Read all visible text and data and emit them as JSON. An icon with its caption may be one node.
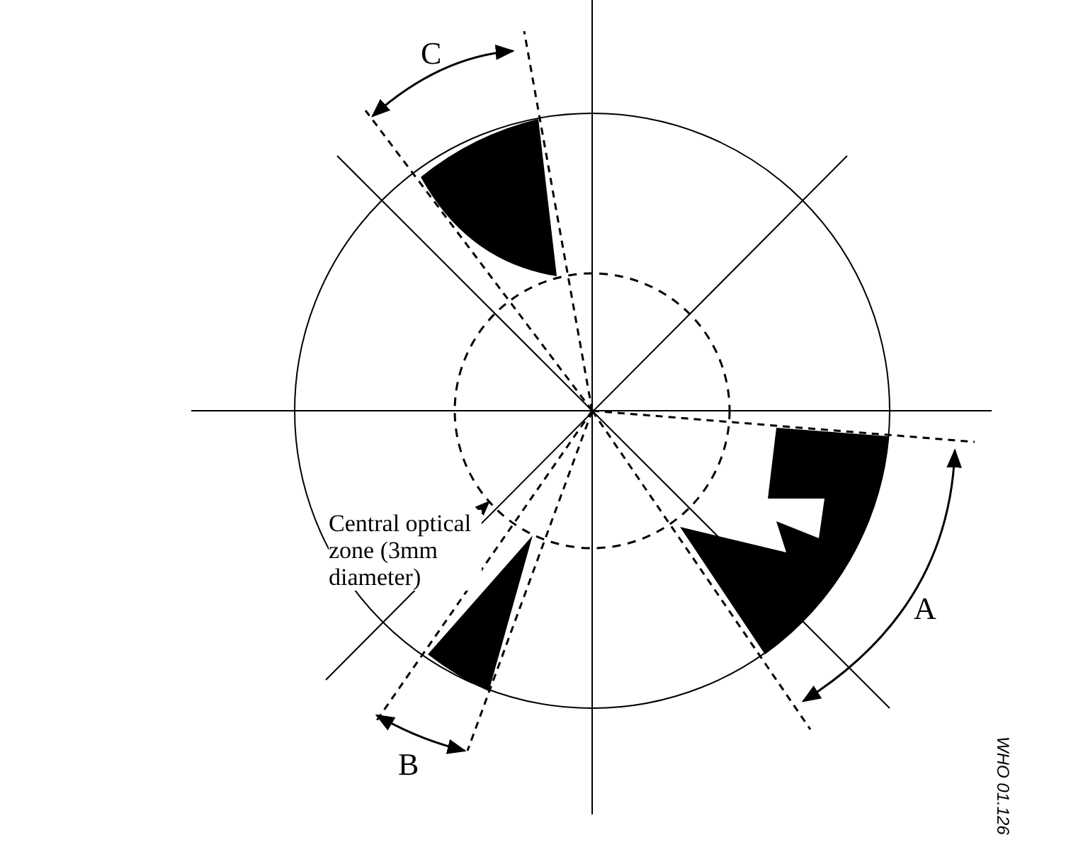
{
  "diagram": {
    "nodes": [
      {
        "text": [
          "Central optical zone (3mm diameter)"
        ]
      },
      {
        "text": [],
        "shape": "circle"
      }
    ],
    "edges": [
      {
        "from": 0,
        "to": 1,
        "arrow": "to"
      }
    ],
    "labels": [
      "C",
      "A",
      "B",
      "WHO 01.126"
    ]
  }
}
